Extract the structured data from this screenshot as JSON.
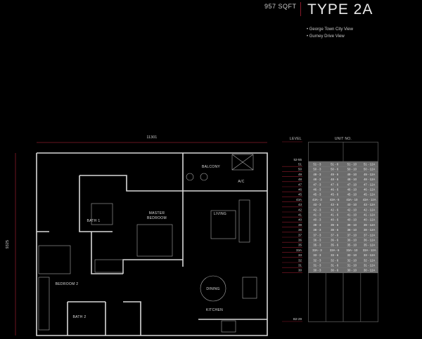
{
  "header": {
    "area": "957 SQFT",
    "type": "TYPE 2A",
    "views": [
      "• George Town City View",
      "• Gurney Drive View"
    ]
  },
  "plan": {
    "width_dim": "11301",
    "height_dim": "9325",
    "rooms": {
      "balcony": "BALCONY",
      "ac": "A/C",
      "bath1": "BATH 1",
      "master1": "MASTER",
      "master2": "BEDROOM",
      "living": "LIVING",
      "bedroom2": "BEDROOM 2",
      "dining": "DINING",
      "bath2": "BATH 2",
      "kitchen": "KITCHEN"
    }
  },
  "table": {
    "level_header": "LEVEL",
    "unit_header": "UNIT NO.",
    "top_level": "52-55",
    "bottom_level": "B2-29",
    "units": [
      "3",
      "6",
      "10",
      "12A"
    ],
    "levels": [
      "51",
      "50",
      "49",
      "48",
      "47",
      "46",
      "45",
      "43A",
      "43",
      "42",
      "41",
      "40",
      "39",
      "38",
      "37",
      "36",
      "35",
      "33A",
      "33",
      "32",
      "31",
      "30"
    ]
  },
  "colors": {
    "accent": "#8a1a2a",
    "cell": "#6b6b6b",
    "wall": "#d8d8d8"
  }
}
